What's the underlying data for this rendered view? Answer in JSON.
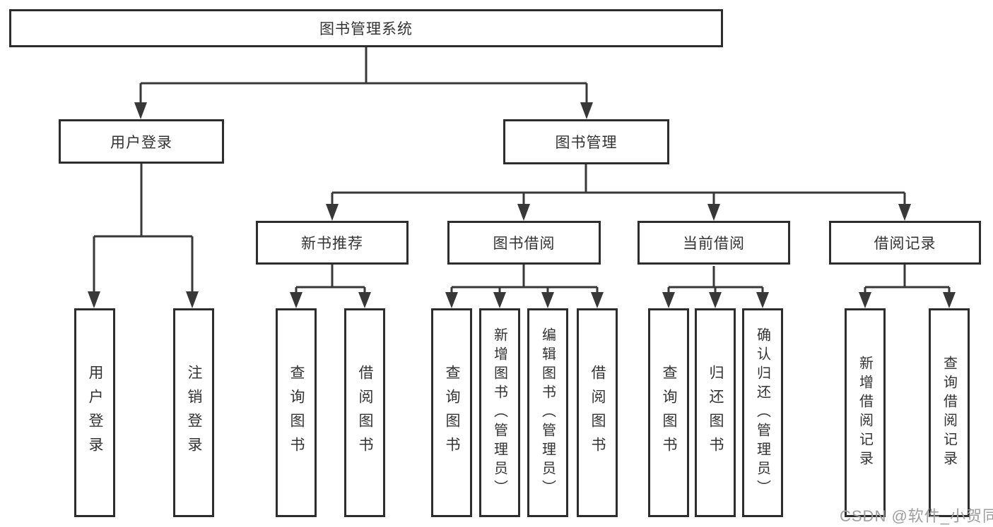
{
  "diagram": {
    "title": "图书管理系统",
    "watermark": "CSDN @软件_小贺同学",
    "colors": {
      "line": "#383838",
      "box_border": "#2d2d2d",
      "box_background": "#ffffff",
      "text": "#333333",
      "watermark": "#9e9e9e"
    },
    "nodes": {
      "root": "图书管理系统",
      "user_login": "用户登录",
      "book_mgmt": "图书管理",
      "new_book": "新书推荐",
      "book_borrow": "图书借阅",
      "current_borrow": "当前借阅",
      "borrow_record": "借阅记录",
      "user_login_children": [
        "用户登录",
        "注销登录"
      ],
      "new_book_children": [
        "查询图书",
        "借阅图书"
      ],
      "book_borrow_children": [
        "查询图书",
        "新增图书（管理员）",
        "编辑图书（管理员）",
        "借阅图书"
      ],
      "current_borrow_children": [
        "查询图书",
        "归还图书",
        "确认归还（管理员）"
      ],
      "borrow_record_children": [
        "新增借阅记录",
        "查询借阅记录"
      ]
    }
  }
}
